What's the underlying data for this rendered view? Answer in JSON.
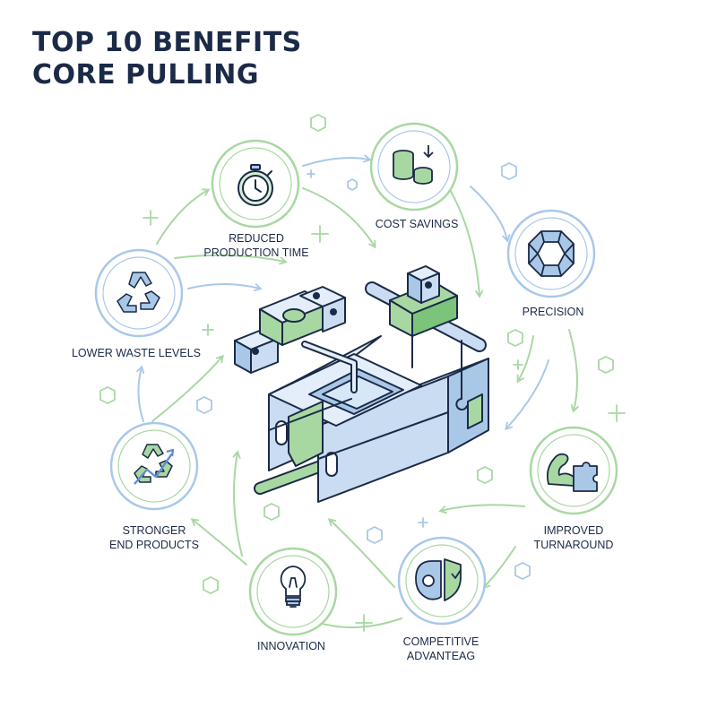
{
  "title": {
    "line1": "TOP 10 BENEFITS",
    "line2": "CORE PULLING"
  },
  "colors": {
    "navy": "#1b2a47",
    "green": "#a8d8a2",
    "blue": "#a9c8e8",
    "accent_green": "#7cc47a",
    "accent_blue": "#5f8fcf"
  },
  "benefits": [
    {
      "icon": "stopwatch-icon",
      "lines": [
        "REDUCED",
        "PRODUCTION TIME"
      ]
    },
    {
      "icon": "coin-stack-icon",
      "lines": [
        "COST SAVINGS"
      ]
    },
    {
      "icon": "gem-icon",
      "lines": [
        "PRECISION"
      ]
    },
    {
      "icon": "strong-arm-puzzle-icon",
      "lines": [
        "IMPROVED",
        "TURNAROUND"
      ]
    },
    {
      "icon": "gear-shield-icon",
      "lines": [
        "COMPETITIVE",
        "ADVANTEAG"
      ]
    },
    {
      "icon": "lightbulb-icon",
      "lines": [
        "INNOVATION"
      ]
    },
    {
      "icon": "recycle-arrow-icon",
      "lines": [
        "STRONGER",
        "END PRODUCTS"
      ]
    },
    {
      "icon": "recycle-icon",
      "lines": [
        "LOWER WASTE LEVELS"
      ]
    }
  ],
  "center_icon": "mold-core-pulling-machine-icon"
}
